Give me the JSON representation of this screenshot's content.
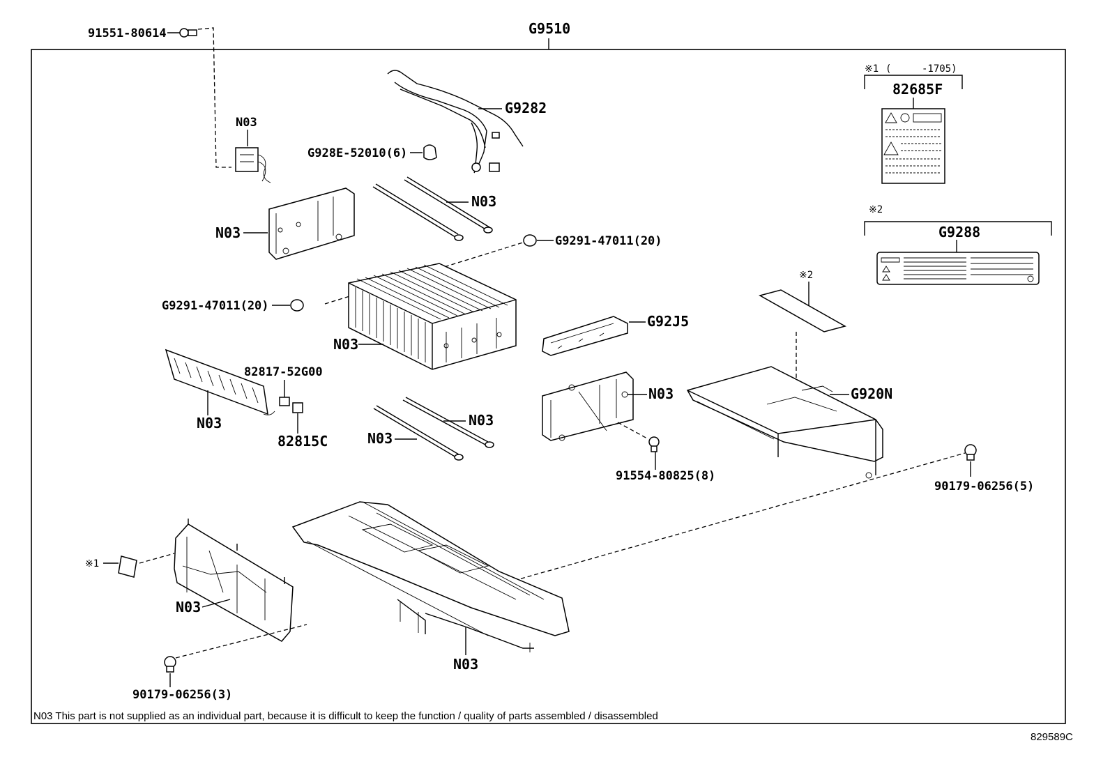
{
  "diagram": {
    "assembly_code": "G9510",
    "figure_id": "829589C",
    "footnote": "N03 This part is not supplied as an individual part, because it is difficult to keep the function / quality of parts assembled / disassembled",
    "callouts": {
      "bolt_top": "91551-80614",
      "n03_connector": "N03",
      "wire_harness": "G9282",
      "clip": "G928E-52010(6)",
      "n03_bracket_top": "N03",
      "n03_rods_top": "N03",
      "nut_right": "G9291-47011(20)",
      "nut_left": "G9291-47011(20)",
      "n03_battery_stack": "N03",
      "n03_bus_plate": "N03",
      "sensor_a": "82817-52G00",
      "sensor_b": "82815C",
      "n03_rod_a": "N03",
      "n03_rod_b": "N03",
      "cover_g92j5": "G92J5",
      "n03_bracket_mid": "N03",
      "bolt_mid": "91554-80825(8)",
      "cover_g920n": "G920N",
      "nut_far_right": "90179-06256(5)",
      "n03_side_plate": "N03",
      "n03_lower_tray": "N03",
      "nut_bottom": "90179-06256(3)",
      "note_mark_1": "※1",
      "note_mark_2": "※2",
      "note_mark_2_above_sheet": "※2"
    },
    "label_box_1": {
      "header_mark": "※1",
      "header_paren_open": "(",
      "header_range": "-1705)",
      "part_code": "82685F"
    },
    "label_box_2": {
      "header_mark": "※2",
      "part_code": "G9288"
    }
  }
}
